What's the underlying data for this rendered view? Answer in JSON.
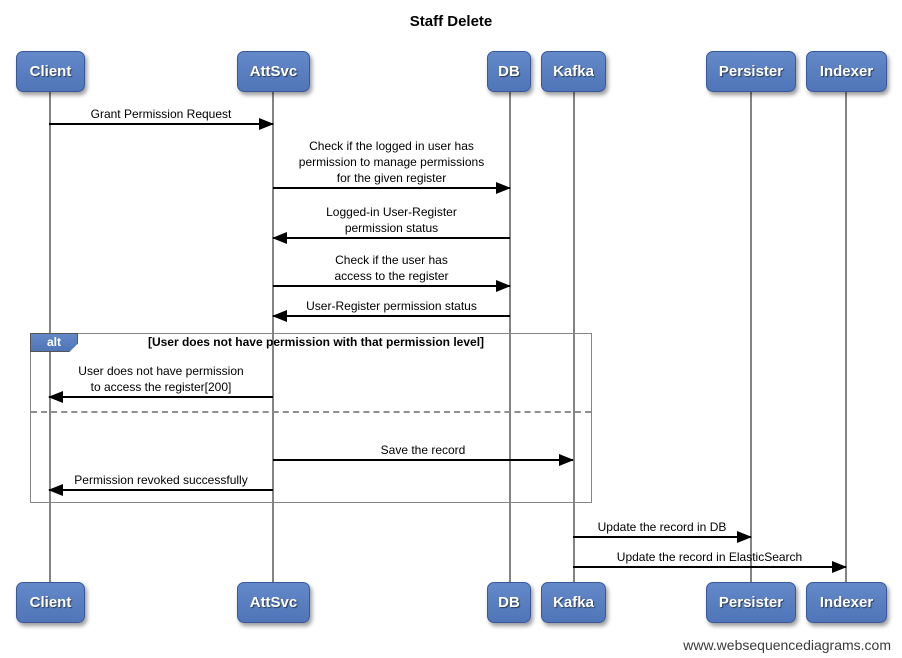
{
  "title": "Staff Delete",
  "footer": "www.websequencediagrams.com",
  "colors": {
    "participant_fill": "#5a7ec0",
    "participant_border": "#39589a",
    "frame_border": "#858585",
    "lifeline": "#848484",
    "arrow": "#000000"
  },
  "participants": [
    {
      "label": "Client"
    },
    {
      "label": "AttSvc"
    },
    {
      "label": "DB"
    },
    {
      "label": "Kafka"
    },
    {
      "label": "Persister"
    },
    {
      "label": "Indexer"
    }
  ],
  "alt_frame": {
    "operator": "alt",
    "guard": "[User does not have permission with that permission level]"
  },
  "messages": [
    {
      "from": "Client",
      "to": "AttSvc",
      "direction": "right",
      "label": "Grant Permission Request"
    },
    {
      "from": "AttSvc",
      "to": "DB",
      "direction": "right",
      "label": "Check if the logged in user has\npermission to manage permissions\nfor the given register"
    },
    {
      "from": "DB",
      "to": "AttSvc",
      "direction": "left",
      "label": "Logged-in User-Register\npermission status"
    },
    {
      "from": "AttSvc",
      "to": "DB",
      "direction": "right",
      "label": "Check if the user has\naccess to the register"
    },
    {
      "from": "DB",
      "to": "AttSvc",
      "direction": "left",
      "label": "User-Register permission status"
    },
    {
      "from": "AttSvc",
      "to": "Client",
      "direction": "left",
      "label": "User does not have permission\nto access the register[200]"
    },
    {
      "from": "AttSvc",
      "to": "Kafka",
      "direction": "right",
      "label": "Save the record"
    },
    {
      "from": "AttSvc",
      "to": "Client",
      "direction": "left",
      "label": "Permission revoked successfully"
    },
    {
      "from": "Kafka",
      "to": "Persister",
      "direction": "right",
      "label": "Update the record in DB"
    },
    {
      "from": "Kafka",
      "to": "Indexer",
      "direction": "right",
      "label": "Update the record in ElasticSearch"
    }
  ]
}
